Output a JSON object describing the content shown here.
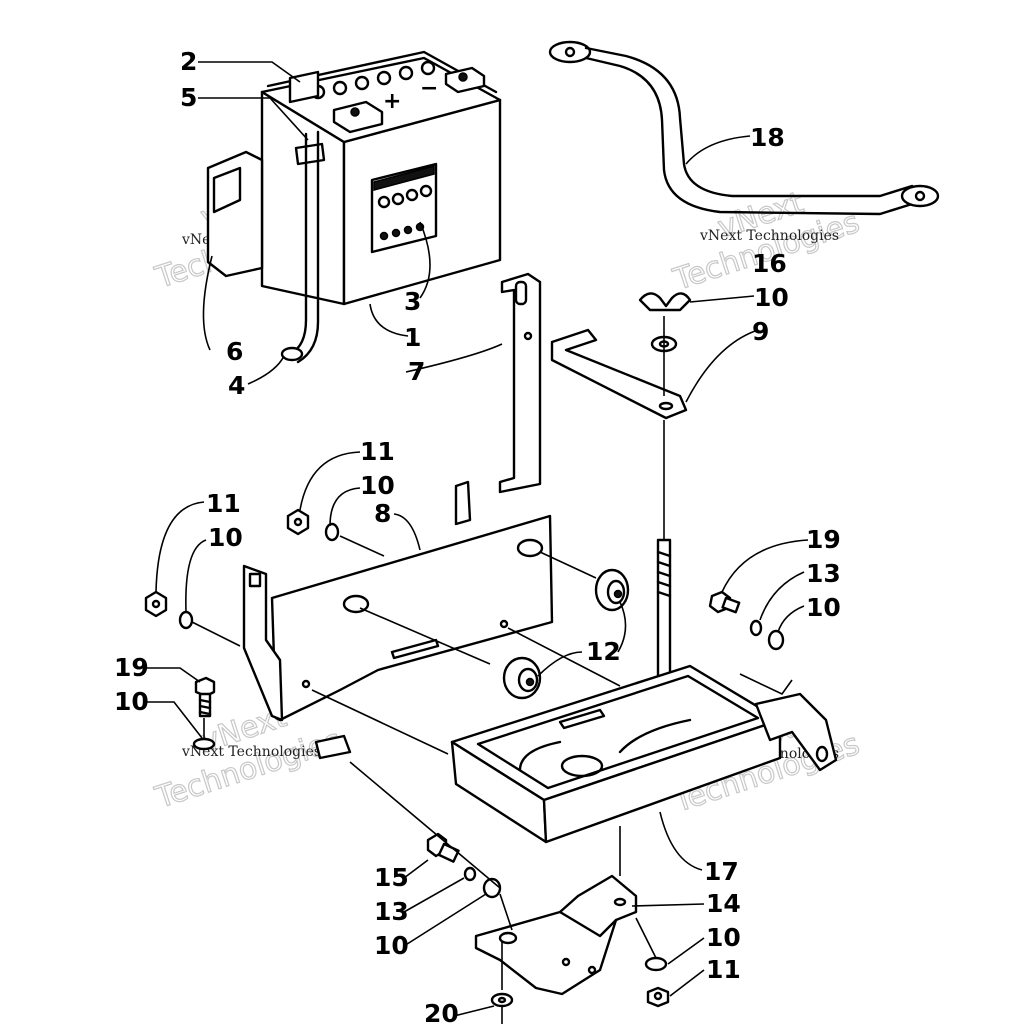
{
  "diagram": {
    "callouts": [
      {
        "id": "c2",
        "label": "2"
      },
      {
        "id": "c5",
        "label": "5"
      },
      {
        "id": "c18",
        "label": "18"
      },
      {
        "id": "c16",
        "label": "16"
      },
      {
        "id": "c10a",
        "label": "10"
      },
      {
        "id": "c9",
        "label": "9"
      },
      {
        "id": "c3",
        "label": "3"
      },
      {
        "id": "c1",
        "label": "1"
      },
      {
        "id": "c6",
        "label": "6"
      },
      {
        "id": "c7",
        "label": "7"
      },
      {
        "id": "c4",
        "label": "4"
      },
      {
        "id": "c11a",
        "label": "11"
      },
      {
        "id": "c10b",
        "label": "10"
      },
      {
        "id": "c8",
        "label": "8"
      },
      {
        "id": "c11b",
        "label": "11"
      },
      {
        "id": "c10c",
        "label": "10"
      },
      {
        "id": "c19a",
        "label": "19"
      },
      {
        "id": "c13a",
        "label": "13"
      },
      {
        "id": "c10d",
        "label": "10"
      },
      {
        "id": "c12",
        "label": "12"
      },
      {
        "id": "c19b",
        "label": "19"
      },
      {
        "id": "c10e",
        "label": "10"
      },
      {
        "id": "c17",
        "label": "17"
      },
      {
        "id": "c15",
        "label": "15"
      },
      {
        "id": "c13b",
        "label": "13"
      },
      {
        "id": "c14",
        "label": "14"
      },
      {
        "id": "c10f",
        "label": "10"
      },
      {
        "id": "c10g",
        "label": "10"
      },
      {
        "id": "c11c",
        "label": "11"
      },
      {
        "id": "c20",
        "label": "20"
      }
    ],
    "terminal_signs": {
      "positive": "+",
      "negative": "−"
    },
    "watermark": {
      "line1": "vNext Technologies",
      "big1": "vNext",
      "big2": "Technologies"
    }
  }
}
